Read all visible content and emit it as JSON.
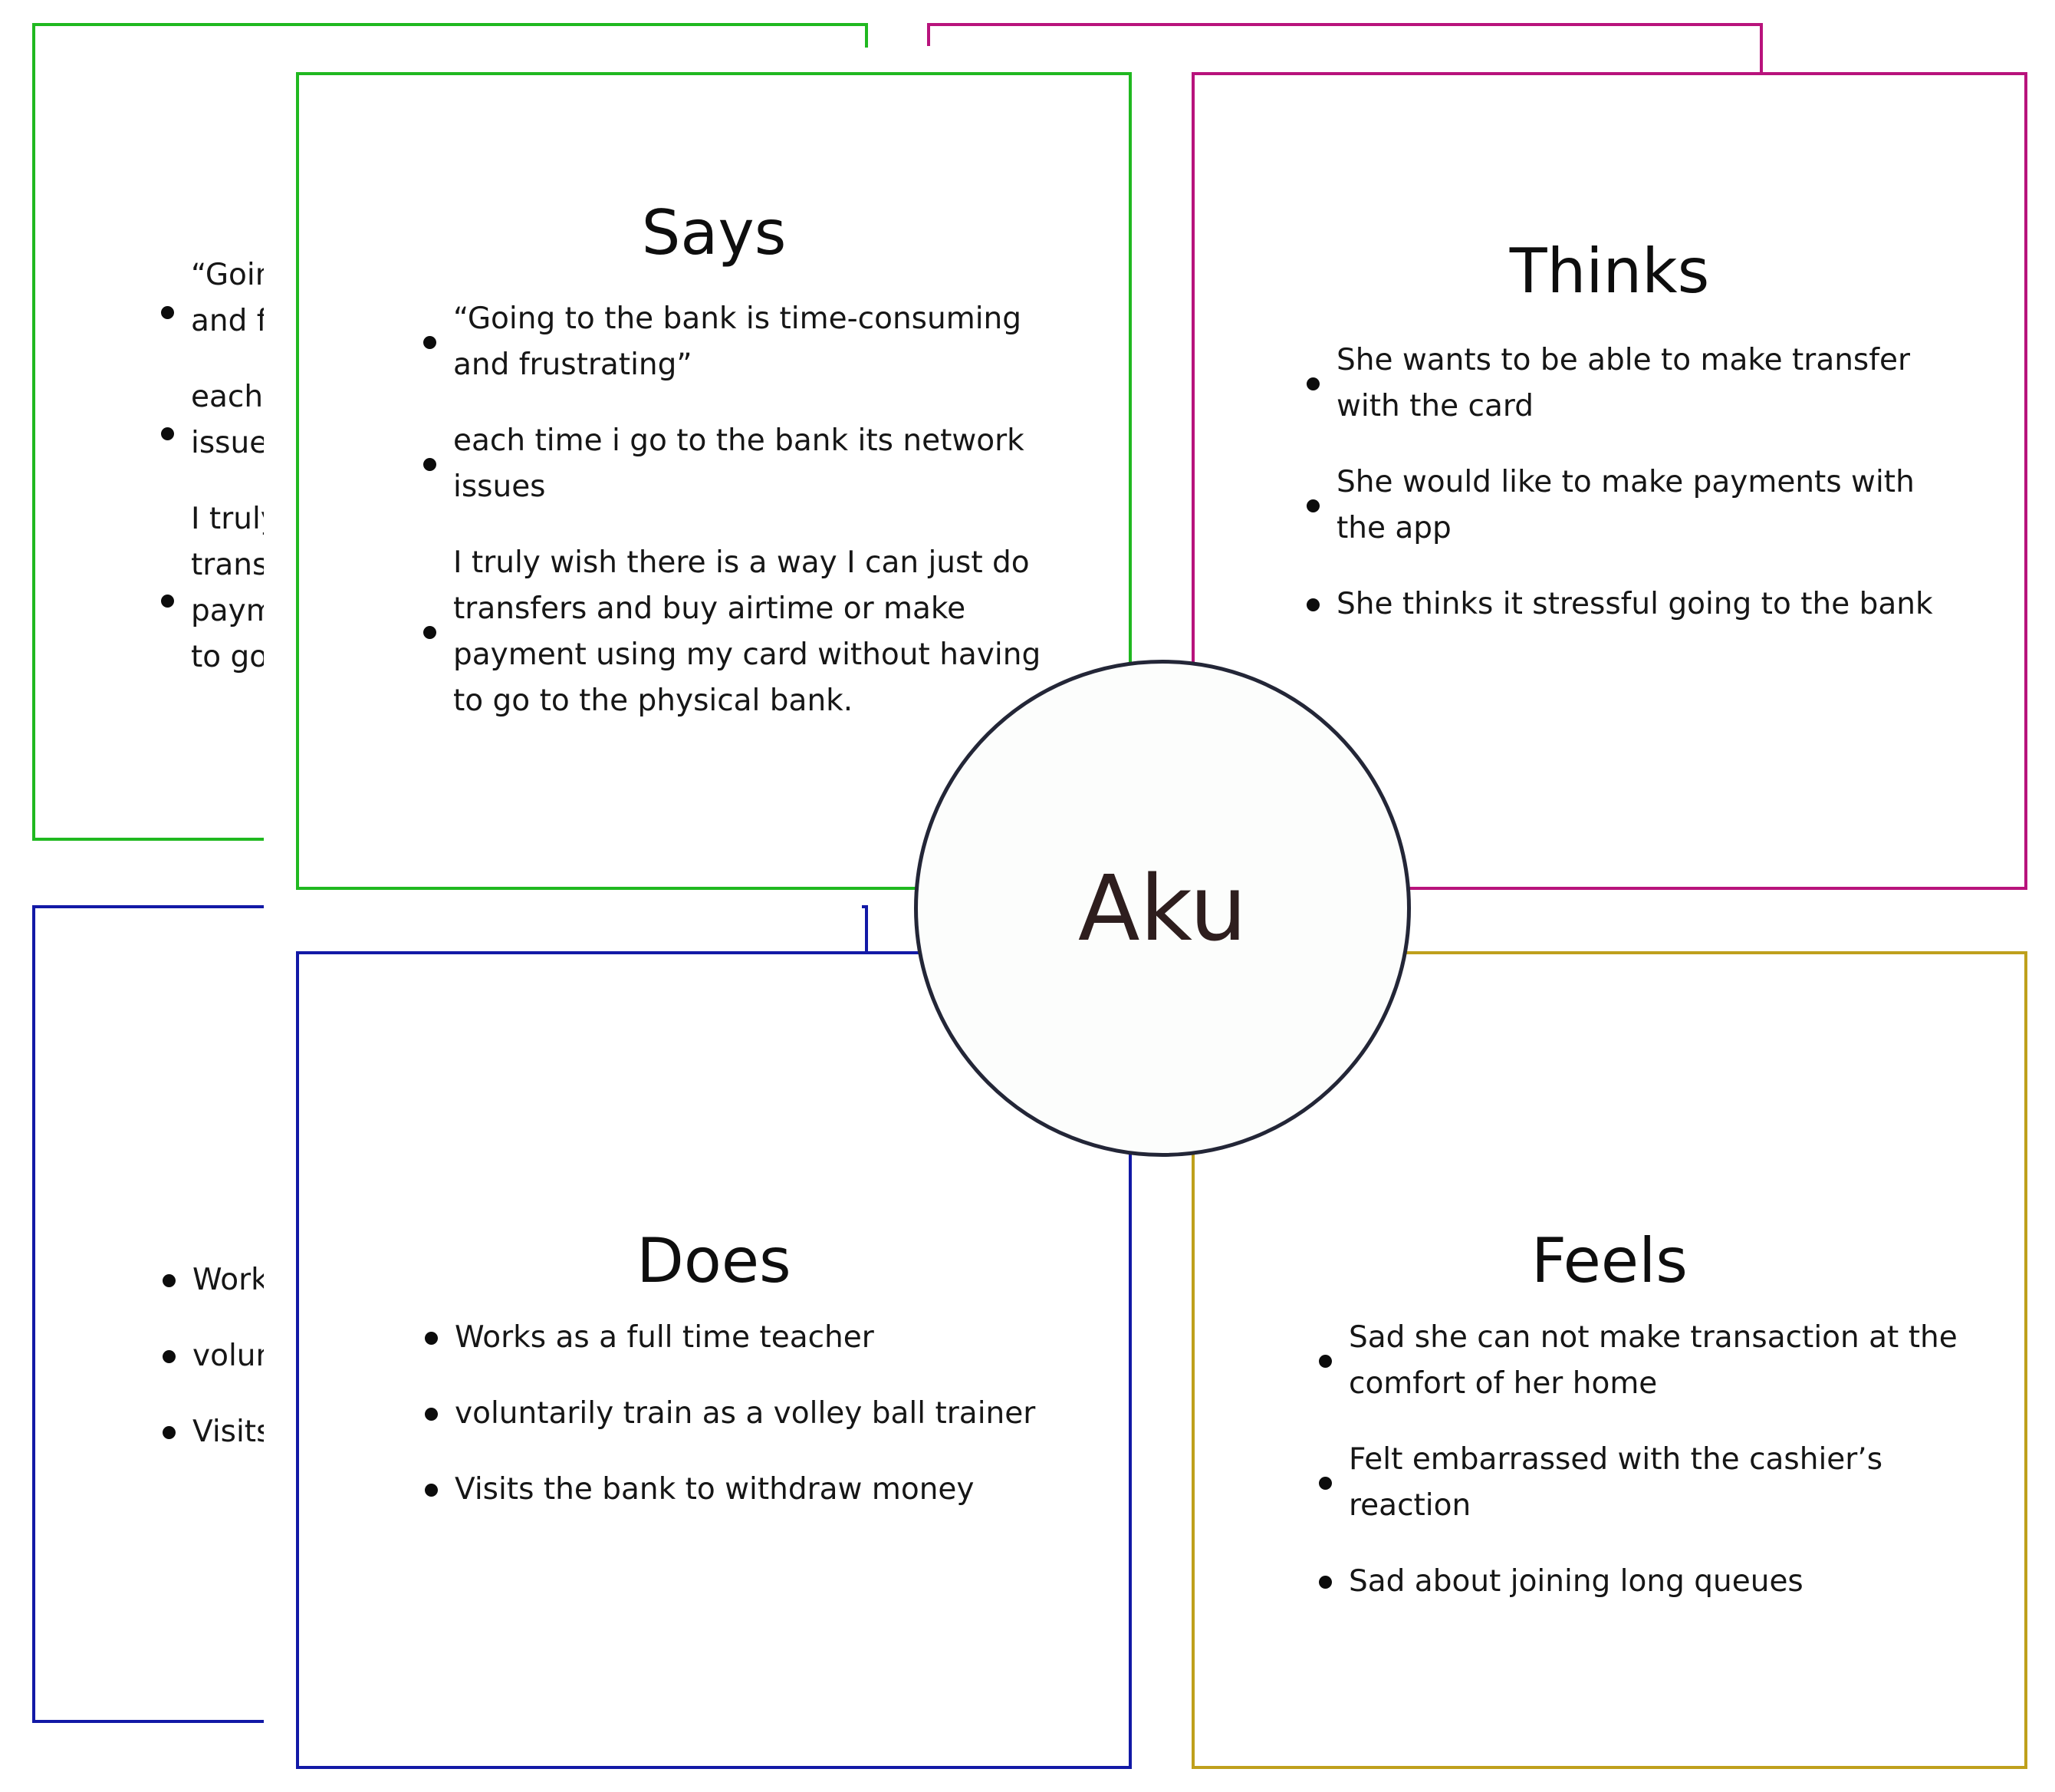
{
  "colors": {
    "says": "#20b820",
    "thinks": "#b8137c",
    "does": "#1219a6",
    "feels": "#bfa01c",
    "circle_border": "#232637"
  },
  "persona": {
    "name": "Aku"
  },
  "says": {
    "title": "Says",
    "items": [
      "“Going to the bank is time-consuming and frustrating”",
      "each time i go to the bank its network issues",
      "I truly wish there is a way I can just do transfers and buy airtime or make payment using my card without having to go to the physical bank."
    ]
  },
  "thinks": {
    "title": "Thinks",
    "items": [
      "She wants to be able to make transfer with the card",
      "She would like to make payments with the app",
      "She thinks it stressful going to the bank"
    ]
  },
  "does": {
    "title": "Does",
    "items": [
      "Works as a full time teacher",
      "voluntarily train as a volley ball trainer",
      "Visits the bank to withdraw money"
    ]
  },
  "feels": {
    "title": "Feels",
    "items": [
      "Sad she can not make transaction at the comfort of her home",
      "Felt embarrassed with the cashier’s reaction",
      "Sad about joining long queues"
    ]
  }
}
